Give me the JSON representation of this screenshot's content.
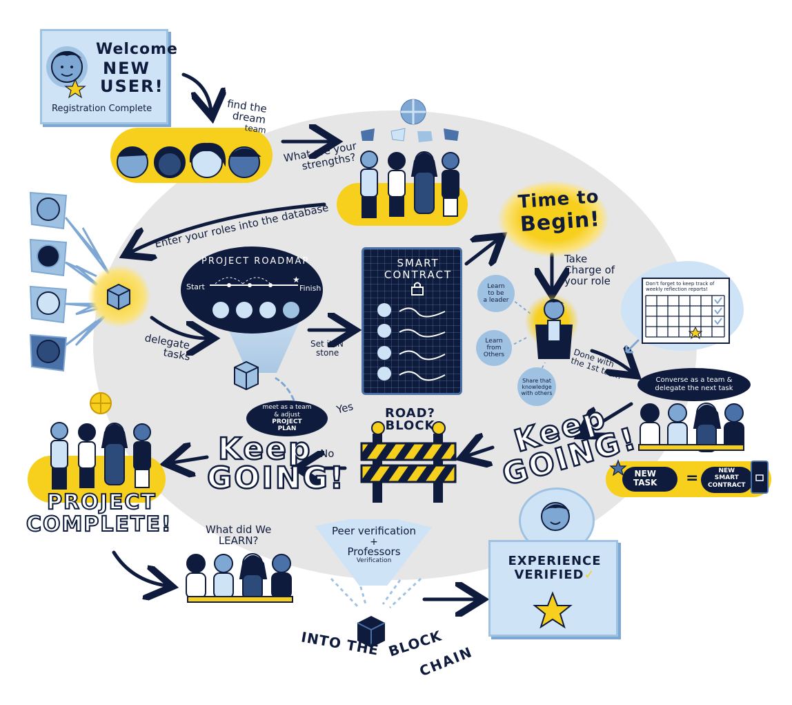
{
  "welcome": {
    "line1": "Welcome",
    "line2": "NEW",
    "line3": "USER!",
    "sub": "Registration Complete"
  },
  "steps": {
    "find_team": [
      "find the",
      "dream",
      "team"
    ],
    "strengths": [
      "What are your",
      "strengths?"
    ],
    "enter_roles": "Enter your roles into the database",
    "time_to_begin": [
      "Time to",
      "Begin!"
    ],
    "take_charge": [
      "Take",
      "Charge of",
      "your role"
    ],
    "reflection_note": [
      "Don't forget to keep track of",
      "weekly reflection reports!"
    ],
    "learn_leader": [
      "Learn",
      "to be",
      "a leader"
    ],
    "learn_others": [
      "Learn",
      "from",
      "Others"
    ],
    "share_knowledge": [
      "Share that",
      "knowledge",
      "with others"
    ],
    "done_first": [
      "Done with",
      "the 1st task?"
    ],
    "converse": [
      "Converse as a team &",
      "delegate the next task"
    ],
    "new_task": [
      "NEW",
      "TASK"
    ],
    "equals": "=",
    "new_contract": [
      "NEW",
      "SMART",
      "CONTRACT"
    ],
    "roadmap_title": "PROJECT ROADMAP",
    "start": "Start",
    "finish": "Finish",
    "delegate": [
      "delegate",
      "tasks"
    ],
    "set_in_stone": [
      "Set it IN",
      "stone"
    ],
    "smart_contract": [
      "SMART",
      "CONTRACT"
    ],
    "keep_going_right": [
      "Keep",
      "GOING!"
    ],
    "roadblock": [
      "ROAD?",
      "BLOCK"
    ],
    "yes": "Yes",
    "no": "No",
    "meet_adjust": [
      "meet as a team",
      "& adjust",
      "PROJECT",
      "PLAN"
    ],
    "keep_going_left": [
      "Keep",
      "GOING!"
    ],
    "project_complete": [
      "PROJECT",
      "COMPLETE!"
    ],
    "what_learn": [
      "What did We",
      "LEARN?"
    ],
    "peer_verification": [
      "Peer verification",
      "+",
      "Professors",
      "Verification"
    ],
    "into_blockchain": [
      "INTO THE",
      "BLOCK",
      "CHAIN"
    ],
    "experience_verified": [
      "EXPERIENCE",
      "VERIFIED"
    ]
  },
  "colors": {
    "navy": "#0f1b3c",
    "yellow": "#f7cf1d",
    "light_blue": "#cfe3f6",
    "mid_blue": "#7ea8d3",
    "bg_oval": "#e6e6e6"
  }
}
